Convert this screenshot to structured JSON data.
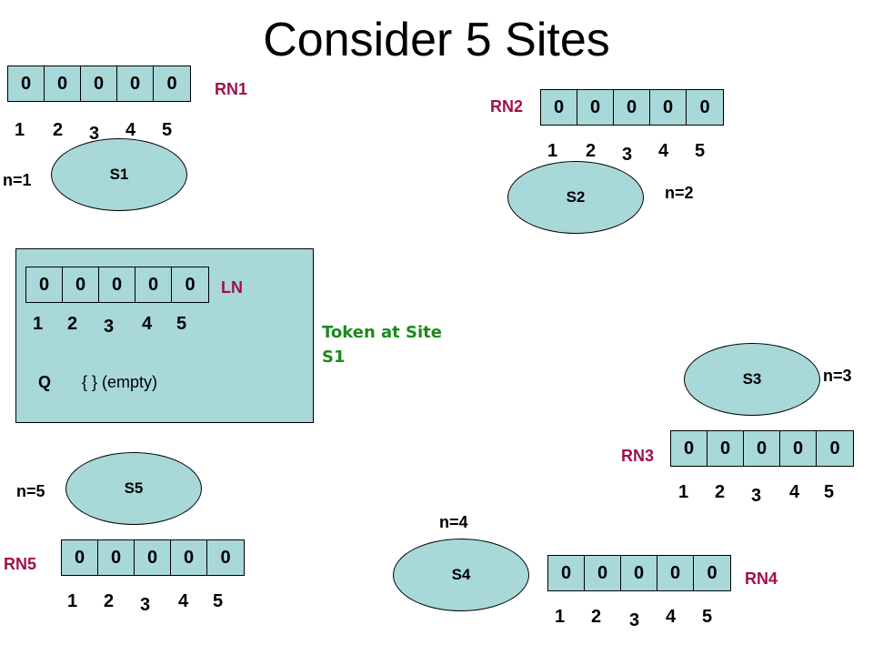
{
  "title": "Consider 5 Sites",
  "token": {
    "location_line1": "Token at Site",
    "location_line2": "S1",
    "ln_label": "LN",
    "ln_values": [
      "0",
      "0",
      "0",
      "0",
      "0"
    ],
    "ln_indices": [
      "1",
      "2",
      "3",
      "4",
      "5"
    ],
    "q_label": "Q",
    "q_value": "{ } (empty)"
  },
  "sites": [
    {
      "name": "S1",
      "n_label": "n=1",
      "rn_label": "RN1",
      "rn_values": [
        "0",
        "0",
        "0",
        "0",
        "0"
      ],
      "rn_indices": [
        "1",
        "2",
        "3",
        "4",
        "5"
      ]
    },
    {
      "name": "S2",
      "n_label": "n=2",
      "rn_label": "RN2",
      "rn_values": [
        "0",
        "0",
        "0",
        "0",
        "0"
      ],
      "rn_indices": [
        "1",
        "2",
        "3",
        "4",
        "5"
      ]
    },
    {
      "name": "S3",
      "n_label": "n=3",
      "rn_label": "RN3",
      "rn_values": [
        "0",
        "0",
        "0",
        "0",
        "0"
      ],
      "rn_indices": [
        "1",
        "2",
        "3",
        "4",
        "5"
      ]
    },
    {
      "name": "S4",
      "n_label": "n=4",
      "rn_label": "RN4",
      "rn_values": [
        "0",
        "0",
        "0",
        "0",
        "0"
      ],
      "rn_indices": [
        "1",
        "2",
        "3",
        "4",
        "5"
      ]
    },
    {
      "name": "S5",
      "n_label": "n=5",
      "rn_label": "RN5",
      "rn_values": [
        "0",
        "0",
        "0",
        "0",
        "0"
      ],
      "rn_indices": [
        "1",
        "2",
        "3",
        "4",
        "5"
      ]
    }
  ],
  "colors": {
    "fill": "#a8d8d8",
    "rn_label": "#a0104a",
    "token_label": "#1b8a1b"
  }
}
